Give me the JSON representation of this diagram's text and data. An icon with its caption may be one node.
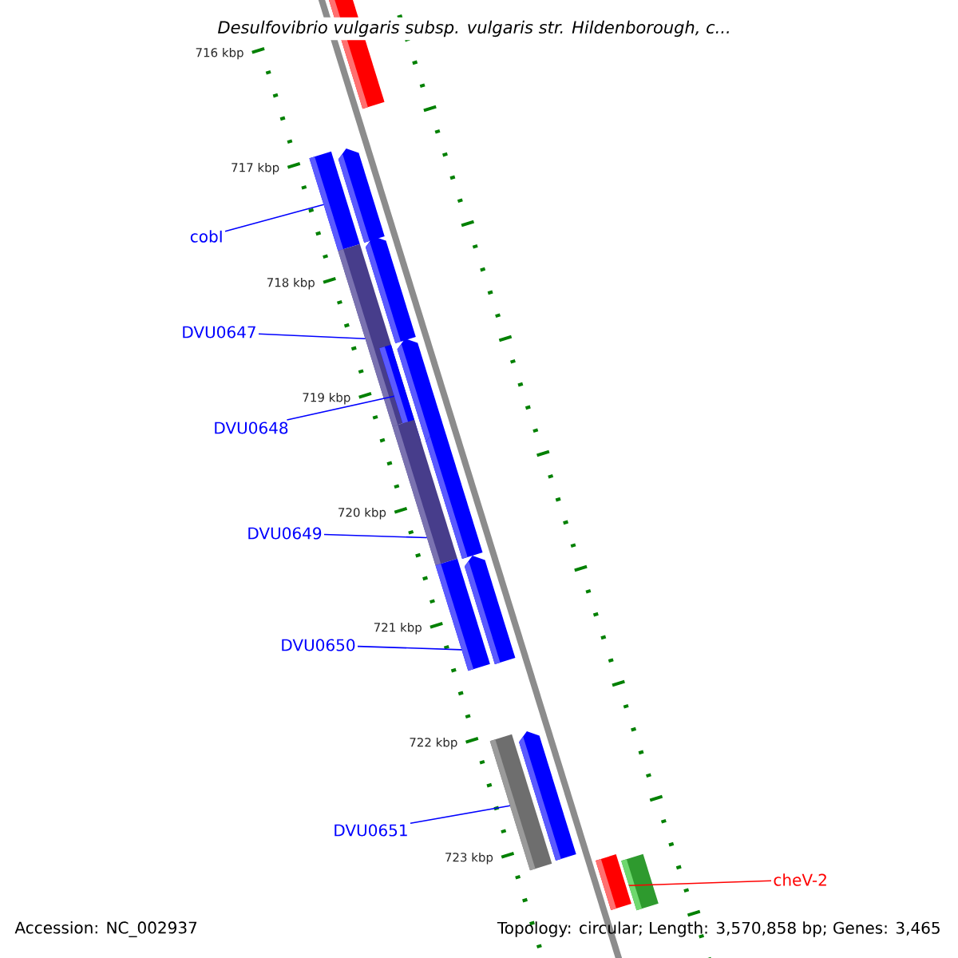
{
  "diagram": {
    "title": "Desulfovibrio vulgaris subsp. vulgaris str. Hildenborough, c...",
    "nodes": [
      {
        "text": [
          "cobI"
        ]
      },
      {
        "text": [],
        "shape": "bar"
      },
      {
        "text": [
          "DVU0647"
        ]
      },
      {
        "text": [],
        "shape": "bar"
      },
      {
        "text": [
          "DVU0648"
        ]
      },
      {
        "text": [],
        "shape": "bar"
      },
      {
        "text": [
          "DVU0649"
        ]
      },
      {
        "text": [],
        "shape": "bar"
      },
      {
        "text": [
          "DVU0650"
        ]
      },
      {
        "text": [],
        "shape": "bar"
      },
      {
        "text": [
          "DVU0651"
        ]
      },
      {
        "text": [],
        "shape": "bar"
      },
      {
        "text": [
          "cheV-2"
        ]
      },
      {
        "text": [],
        "shape": "bar"
      }
    ],
    "edges": [
      {
        "from": 0,
        "to": 1,
        "arrow": "none"
      },
      {
        "from": 2,
        "to": 3,
        "arrow": "none"
      },
      {
        "from": 4,
        "to": 5,
        "arrow": "none"
      },
      {
        "from": 6,
        "to": 7,
        "arrow": "none"
      },
      {
        "from": 8,
        "to": 9,
        "arrow": "none"
      },
      {
        "from": 10,
        "to": 11,
        "arrow": "none"
      },
      {
        "from": 12,
        "to": 13,
        "arrow": "none",
        "color": "#ff0000"
      }
    ],
    "labels": [
      "716 kbp",
      "717 kbp",
      "718 kbp",
      "719 kbp",
      "720 kbp",
      "721 kbp",
      "722 kbp",
      "723 kbp",
      "Accession: NC_002937",
      "Topology: circular; Length: 3,570,858 bp; Genes: 3,465"
    ]
  }
}
